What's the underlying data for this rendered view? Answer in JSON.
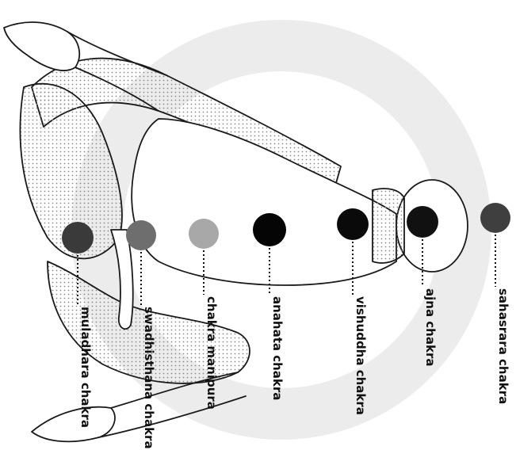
{
  "figure": {
    "description_labels": [
      {
        "id": "muladhara",
        "label": "muladhara chakra",
        "color": "#3a3a3a"
      },
      {
        "id": "swadhisthana",
        "label": "swadhisthana chakra",
        "color": "#6e6e6e"
      },
      {
        "id": "manipura",
        "label": "chakra manipura",
        "color": "#a8a8a8"
      },
      {
        "id": "anahata",
        "label": "anahata chakra",
        "color": "#050505"
      },
      {
        "id": "vishuddha",
        "label": "vishuddha chakra",
        "color": "#0a0a0a"
      },
      {
        "id": "ajna",
        "label": "ajna chakra",
        "color": "#111111"
      },
      {
        "id": "sahasrara",
        "label": "sahasrara chakra",
        "color": "#3f3f3f"
      }
    ],
    "colors": {
      "halo": "#e4e4e4",
      "stipple": "#9a9a9a",
      "line": "#1a1a1a"
    }
  }
}
